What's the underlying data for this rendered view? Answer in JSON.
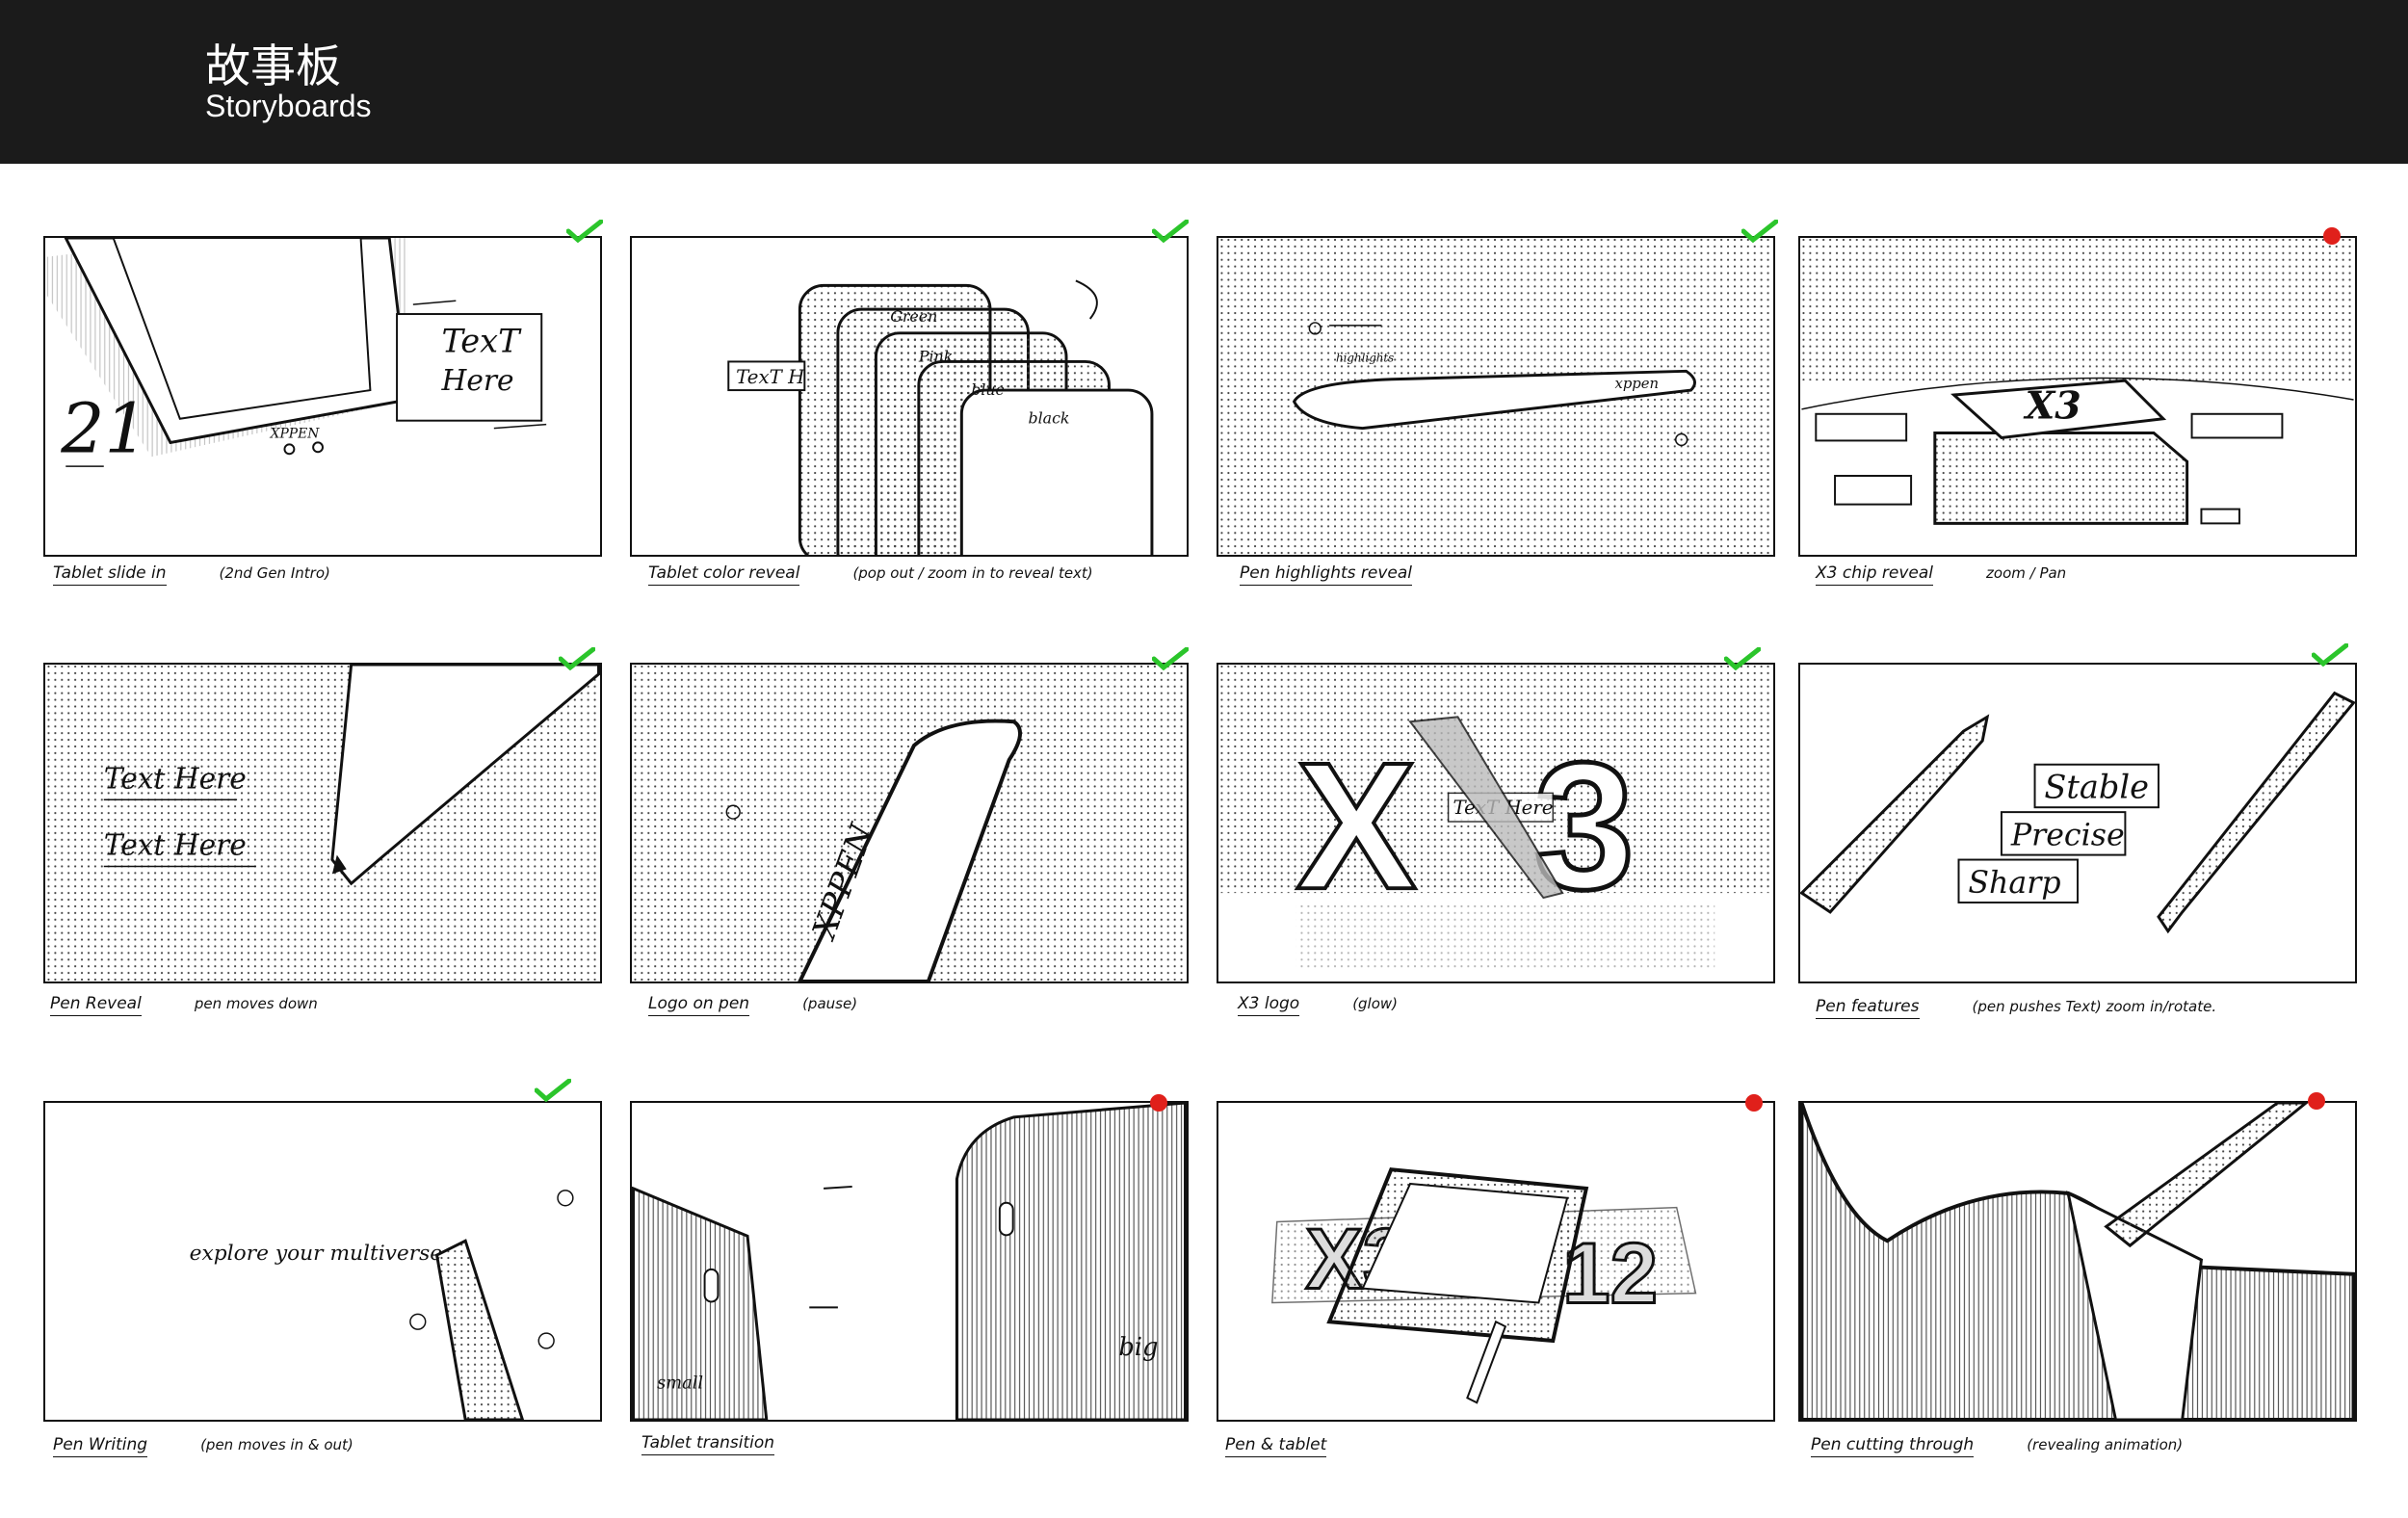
{
  "header": {
    "title_cn": "故事板",
    "title_en": "Storyboards"
  },
  "colors": {
    "header_bg": "#1b1b1b",
    "approved": "#2bc52b",
    "pending": "#e0201b"
  },
  "panels": [
    {
      "caption": "Tablet slide in",
      "note": "(2nd Gen Intro)",
      "status": "approved",
      "texts": [
        "TexT",
        "Here",
        "21",
        "XPPEN"
      ]
    },
    {
      "caption": "Tablet color reveal",
      "note": "(pop out / zoom in to reveal text)",
      "status": "approved",
      "texts": [
        "TexT H",
        "Green",
        "Pink",
        "blue",
        "black"
      ]
    },
    {
      "caption": "Pen highlights reveal",
      "note": "",
      "status": "approved",
      "texts": [
        "highlights",
        "xppen"
      ]
    },
    {
      "caption": "X3 chip reveal",
      "note": "zoom / Pan",
      "status": "pending",
      "texts": [
        "X3"
      ]
    },
    {
      "caption": "Pen Reveal",
      "note": "pen moves down",
      "status": "approved",
      "texts": [
        "Text Here",
        "Text Here"
      ]
    },
    {
      "caption": "Logo on pen",
      "note": "(pause)",
      "status": "approved",
      "texts": [
        "XPPEN"
      ]
    },
    {
      "caption": "X3 logo",
      "note": "(glow)",
      "status": "approved",
      "texts": [
        "X",
        "3",
        "TexT Here"
      ]
    },
    {
      "caption": "Pen features",
      "note": "(pen pushes Text) zoom in/rotate.",
      "status": "approved",
      "texts": [
        "Stable",
        "Precise",
        "Sharp"
      ]
    },
    {
      "caption": "Pen Writing",
      "note": "(pen moves in & out)",
      "status": "approved",
      "texts": [
        "explore your multiverse"
      ]
    },
    {
      "caption": "Tablet transition",
      "note": "",
      "status": "pending",
      "texts": [
        "small",
        "big"
      ]
    },
    {
      "caption": "Pen & tablet",
      "note": "",
      "status": "pending",
      "texts": [
        "X3",
        "12"
      ]
    },
    {
      "caption": "Pen cutting through",
      "note": "(revealing animation)",
      "status": "pending",
      "texts": []
    }
  ]
}
